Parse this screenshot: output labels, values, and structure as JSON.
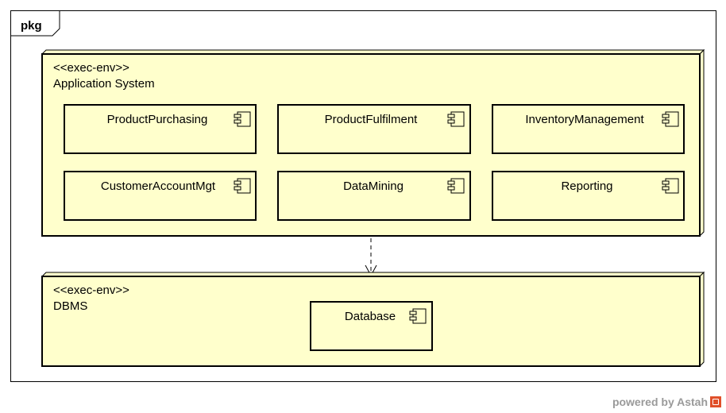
{
  "package": {
    "label": "pkg"
  },
  "nodes": {
    "app": {
      "stereotype": "<<exec-env>>",
      "name": "Application System",
      "components": [
        "ProductPurchasing",
        "ProductFulfilment",
        "InventoryManagement",
        "CustomerAccountMgt",
        "DataMining",
        "Reporting"
      ]
    },
    "dbms": {
      "stereotype": "<<exec-env>>",
      "name": "DBMS",
      "components": [
        "Database"
      ]
    }
  },
  "footer": {
    "text": "powered by Astah"
  },
  "colors": {
    "node_fill": "#ffffcc",
    "stroke": "#000000",
    "footer_text": "#9a9a9a",
    "logo": "#e0502a"
  },
  "icons": {
    "component": "uml-component-icon",
    "logo": "astah-logo-icon"
  }
}
